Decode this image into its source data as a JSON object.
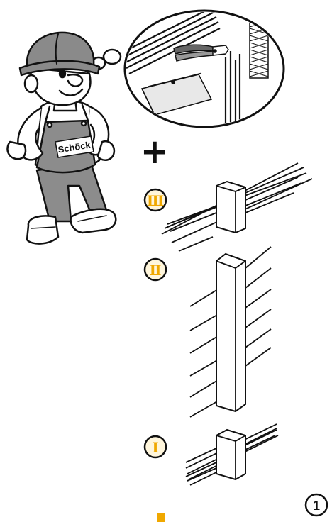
{
  "colors": {
    "ink": "#111111",
    "accent": "#f0a800",
    "accent_fill": "#fff6dc",
    "helmet": "#8a8a8a",
    "overalls": "#8c8c8c",
    "skin": "#ffffff",
    "inset_bg": "#ffffff"
  },
  "mascot": {
    "badge_text": "Schöck"
  },
  "inset": {
    "icons": [
      "pliers-icon",
      "tie-wire-bag-icon",
      "insulation-block-icon",
      "rebar-bundle-icon"
    ]
  },
  "operator": "+",
  "stages": [
    {
      "numeral": "Ⅲ"
    },
    {
      "numeral": "Ⅱ"
    },
    {
      "numeral": "Ⅰ"
    }
  ],
  "step_number": "1"
}
